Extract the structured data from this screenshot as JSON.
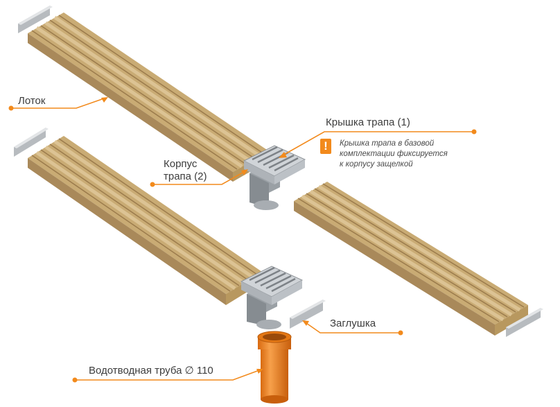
{
  "labels": {
    "tray": "Лоток",
    "grate": "Крышка трапа (1)",
    "body_line1": "Корпус",
    "body_line2": "трапа (2)",
    "endcap": "Заглушка",
    "pipe": "Водотводная труба ∅ 110"
  },
  "note": {
    "line1": "Крышка трапа в базовой",
    "line2": "комплектации фиксируется",
    "line3": "к корпусу защелкой"
  },
  "warning_glyph": "!",
  "colors": {
    "accent": "#f28a1c",
    "tray": "#c9ab74",
    "tray_light": "#dcc394",
    "tray_dark": "#a9895a",
    "metal": "#c8ccd0",
    "pipe": "#f0841e",
    "text": "#3c3c3c"
  }
}
